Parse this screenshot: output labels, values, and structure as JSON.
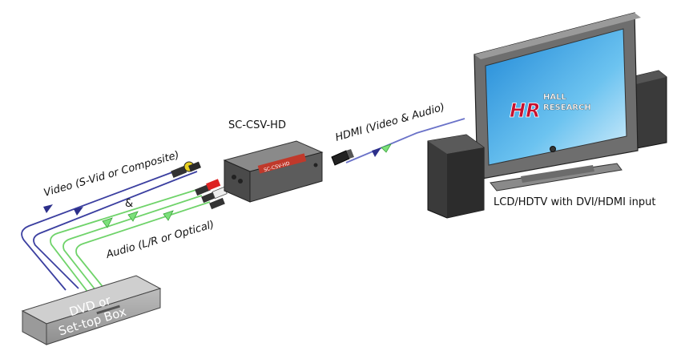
{
  "labels": {
    "device_name": "SC-CSV-HD",
    "hdmi": "HDMI (Video & Audio)",
    "video": "Video (S-Vid or Composite)",
    "ampersand": "&",
    "audio": "Audio (L/R or Optical)",
    "source_line1": "DVD or",
    "source_line2": "Set-top Box",
    "display": "LCD/HDTV with DVI/HDMI input",
    "device_front_text": "SC-CSV-HD"
  },
  "logo": {
    "mark": "HR",
    "line1": "HALL",
    "line2": "RESEARCH"
  },
  "colors": {
    "video_cable": "#3b3fa0",
    "audio_cable": "#6fd36a",
    "hdmi_cable": "#6a72c8",
    "device_body": "#5a5a5a",
    "device_accent": "#c0392b",
    "screen": "#2f9fe0",
    "logo_red": "#c8102e",
    "speaker": "#3a3a3a",
    "dvd_box": "#a9a9a9"
  },
  "icons": {
    "arrow": "triangle-arrow-icon",
    "video_plug": "rca-plug-icon",
    "hdmi_plug": "hdmi-plug-icon"
  }
}
